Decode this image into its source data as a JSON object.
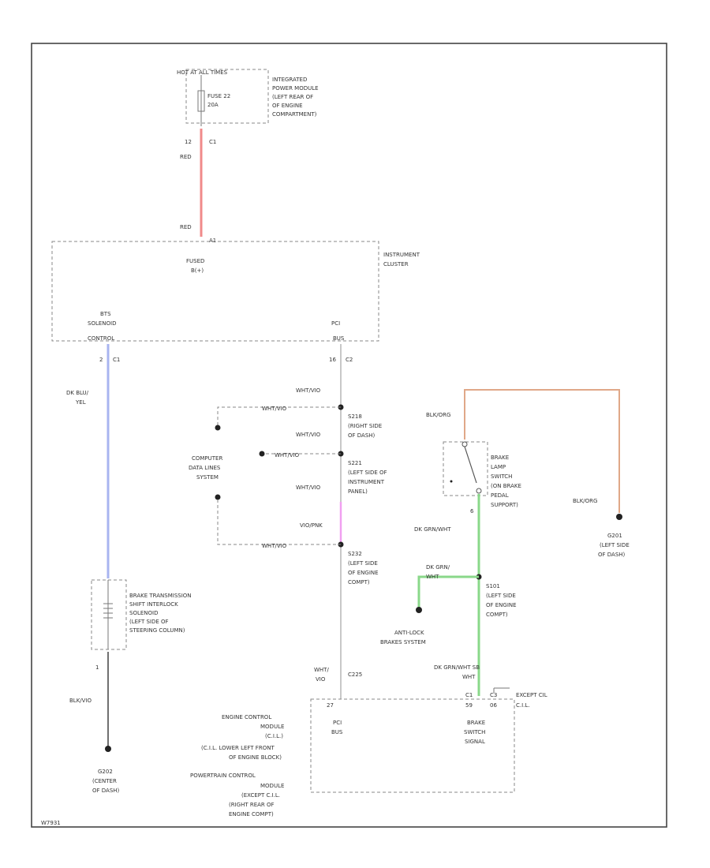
{
  "colors": {
    "red": "#f08a8a",
    "blue": "#a8b4f0",
    "green": "#8ad88a",
    "pink": "#f0a0f0",
    "orange": "#e0a888",
    "gray": "#c8c8c8",
    "dark_gray": "#707070"
  },
  "labels": {
    "hot_at_all_times": "HOT AT ALL TIMES",
    "fuse_22": "FUSE 22",
    "fuse_amp": "20A",
    "ipm_1": "INTEGRATED",
    "ipm_2": "POWER MODULE",
    "ipm_3": "(LEFT REAR OF",
    "ipm_4": "OF ENGINE",
    "ipm_5": "COMPARTMENT)",
    "pin_12": "12",
    "conn_c1_top": "C1",
    "red_1": "RED",
    "red_2": "RED",
    "pin_a1": "A1",
    "fused_b": "FUSED",
    "fused_b2": "B(+)",
    "ic_1": "INSTRUMENT",
    "ic_2": "CLUSTER",
    "bts_1": "BTS",
    "bts_2": "SOLENOID",
    "bts_3": "CONTROL",
    "pci_1": "PCI",
    "pci_2": "BUS",
    "pin_2": "2",
    "conn_c1_left": "C1",
    "pin_16": "16",
    "conn_c2": "C2",
    "dk_blu_1": "DK BLU/",
    "dk_blu_2": "YEL",
    "wht_1": "WHT/VIO",
    "wht_2": "WHT/VIO",
    "wht_3": "WHT/VIO",
    "wht_4": "WHT/VIO",
    "wht_5": "WHT/VIO",
    "wht_6": "WHT/VIO",
    "s218_1": "S218",
    "s218_2": "(RIGHT SIDE",
    "s218_3": "OF DASH)",
    "s221_1": "S221",
    "s221_2": "(LEFT SIDE OF",
    "s221_3": "INSTRUMENT",
    "s221_4": "PANEL)",
    "vio_pnk": "VIO/PNK",
    "s232_1": "S232",
    "s232_2": "(LEFT SIDE",
    "s232_3": "OF ENGINE",
    "s232_4": "COMPT)",
    "cdl_1": "COMPUTER",
    "cdl_2": "DATA LINES",
    "cdl_3": "SYSTEM",
    "blk_org_1": "BLK/ORG",
    "blk_org_2": "BLK/ORG",
    "bls_1": "BRAKE",
    "bls_2": "LAMP",
    "bls_3": "SWITCH",
    "bls_4": "(ON BRAKE",
    "bls_5": "PEDAL",
    "bls_6": "SUPPORT)",
    "pin_6": "6",
    "dk_grn_wht_1": "DK GRN/WHT",
    "dk_grn_1": "DK GRN/",
    "dk_grn_2": "WHT",
    "s101_1": "S101",
    "s101_2": "(LEFT SIDE",
    "s101_3": "OF ENGINE",
    "s101_4": "COMPT)",
    "g201_1": "G201",
    "g201_2": "(LEFT SIDE",
    "g201_3": "OF DASH)",
    "abs_1": "ANTI-LOCK",
    "abs_2": "BRAKES SYSTEM",
    "btsil_1": "BRAKE TRANSMISSION",
    "btsil_2": "SHIFT INTERLOCK",
    "btsil_3": "SOLENOID",
    "btsil_4": "(LEFT SIDE OF",
    "btsil_5": "STEERING COLUMN)",
    "pin_1": "1",
    "blk_vio": "BLK/VIO",
    "g202_1": "G202",
    "g202_2": "(CENTER",
    "g202_3": "OF DASH)",
    "wht_vio_1": "WHT/",
    "wht_vio_2": "VIO",
    "c225": "C225",
    "dk_grn_wht_sb": "DK GRN/WHT SB",
    "dk_grn_wht_sb_2": "WHT",
    "pin_27": "27",
    "pin_c1": "C1",
    "pin_c3": "C3",
    "pin_59": "59",
    "pin_06": "06",
    "except_cil": "EXCEPT CIL",
    "cil": "C.I.L.",
    "ecm_1": "ENGINE CONTROL",
    "ecm_2": "MODULE",
    "ecm_3": "(C.I.L.)",
    "ecm_4": "(C.I.L. LOWER LEFT FRONT",
    "ecm_5": "OF ENGINE BLOCK)",
    "pcm_1": "POWERTRAIN CONTROL",
    "pcm_2": "MODULE",
    "pcm_3": "(EXCEPT C.I.L.",
    "pcm_4": "(RIGHT REAR OF",
    "pcm_5": "ENGINE COMPT)",
    "pci_bus_1": "PCI",
    "pci_bus_2": "BUS",
    "bss_1": "BRAKE",
    "bss_2": "SWITCH",
    "bss_3": "SIGNAL",
    "diagram_id": "W7931"
  }
}
